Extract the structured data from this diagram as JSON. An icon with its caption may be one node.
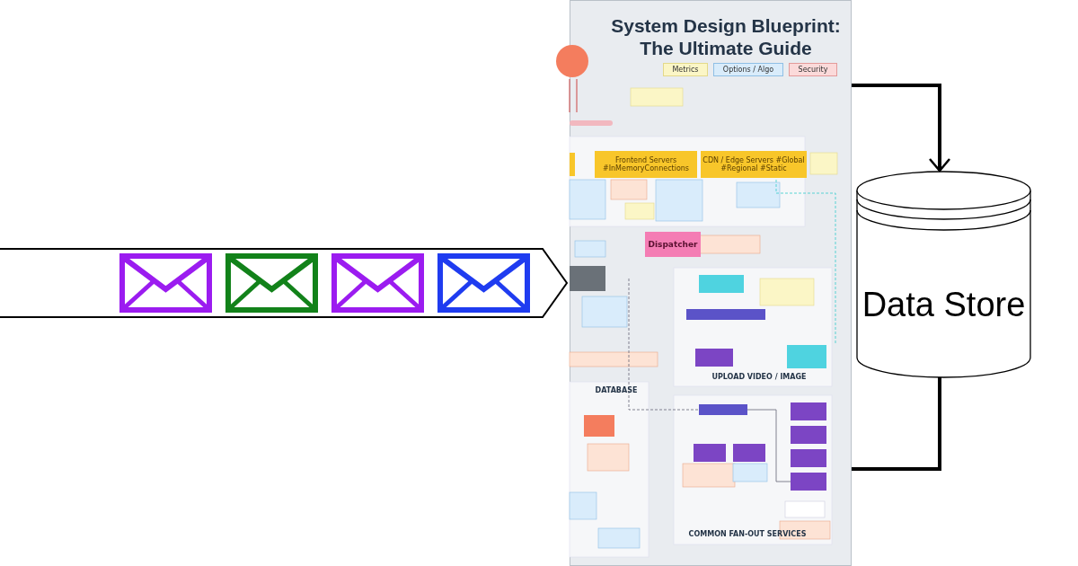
{
  "diagram": {
    "nodes": [
      {
        "text": [],
        "shape": "queue"
      },
      {
        "text": [
          "System Design Blueprint: The Ultimate Guide"
        ]
      },
      {
        "text": [
          "Data Store"
        ]
      }
    ],
    "edges": [
      {
        "from": 1,
        "to": 2,
        "arrow": "to"
      },
      {
        "from": 2,
        "to": 1,
        "arrow": "none"
      }
    ],
    "labels": [
      "Metrics",
      "Options / Algo",
      "Security",
      "Frontend Servers #InMemoryConnections",
      "CDN / Edge Servers #Global #Regional #Static",
      "Dispatcher",
      "UPLOAD VIDEO / IMAGE",
      "DATABASE",
      "COMMON FAN-OUT SERVICES"
    ]
  }
}
